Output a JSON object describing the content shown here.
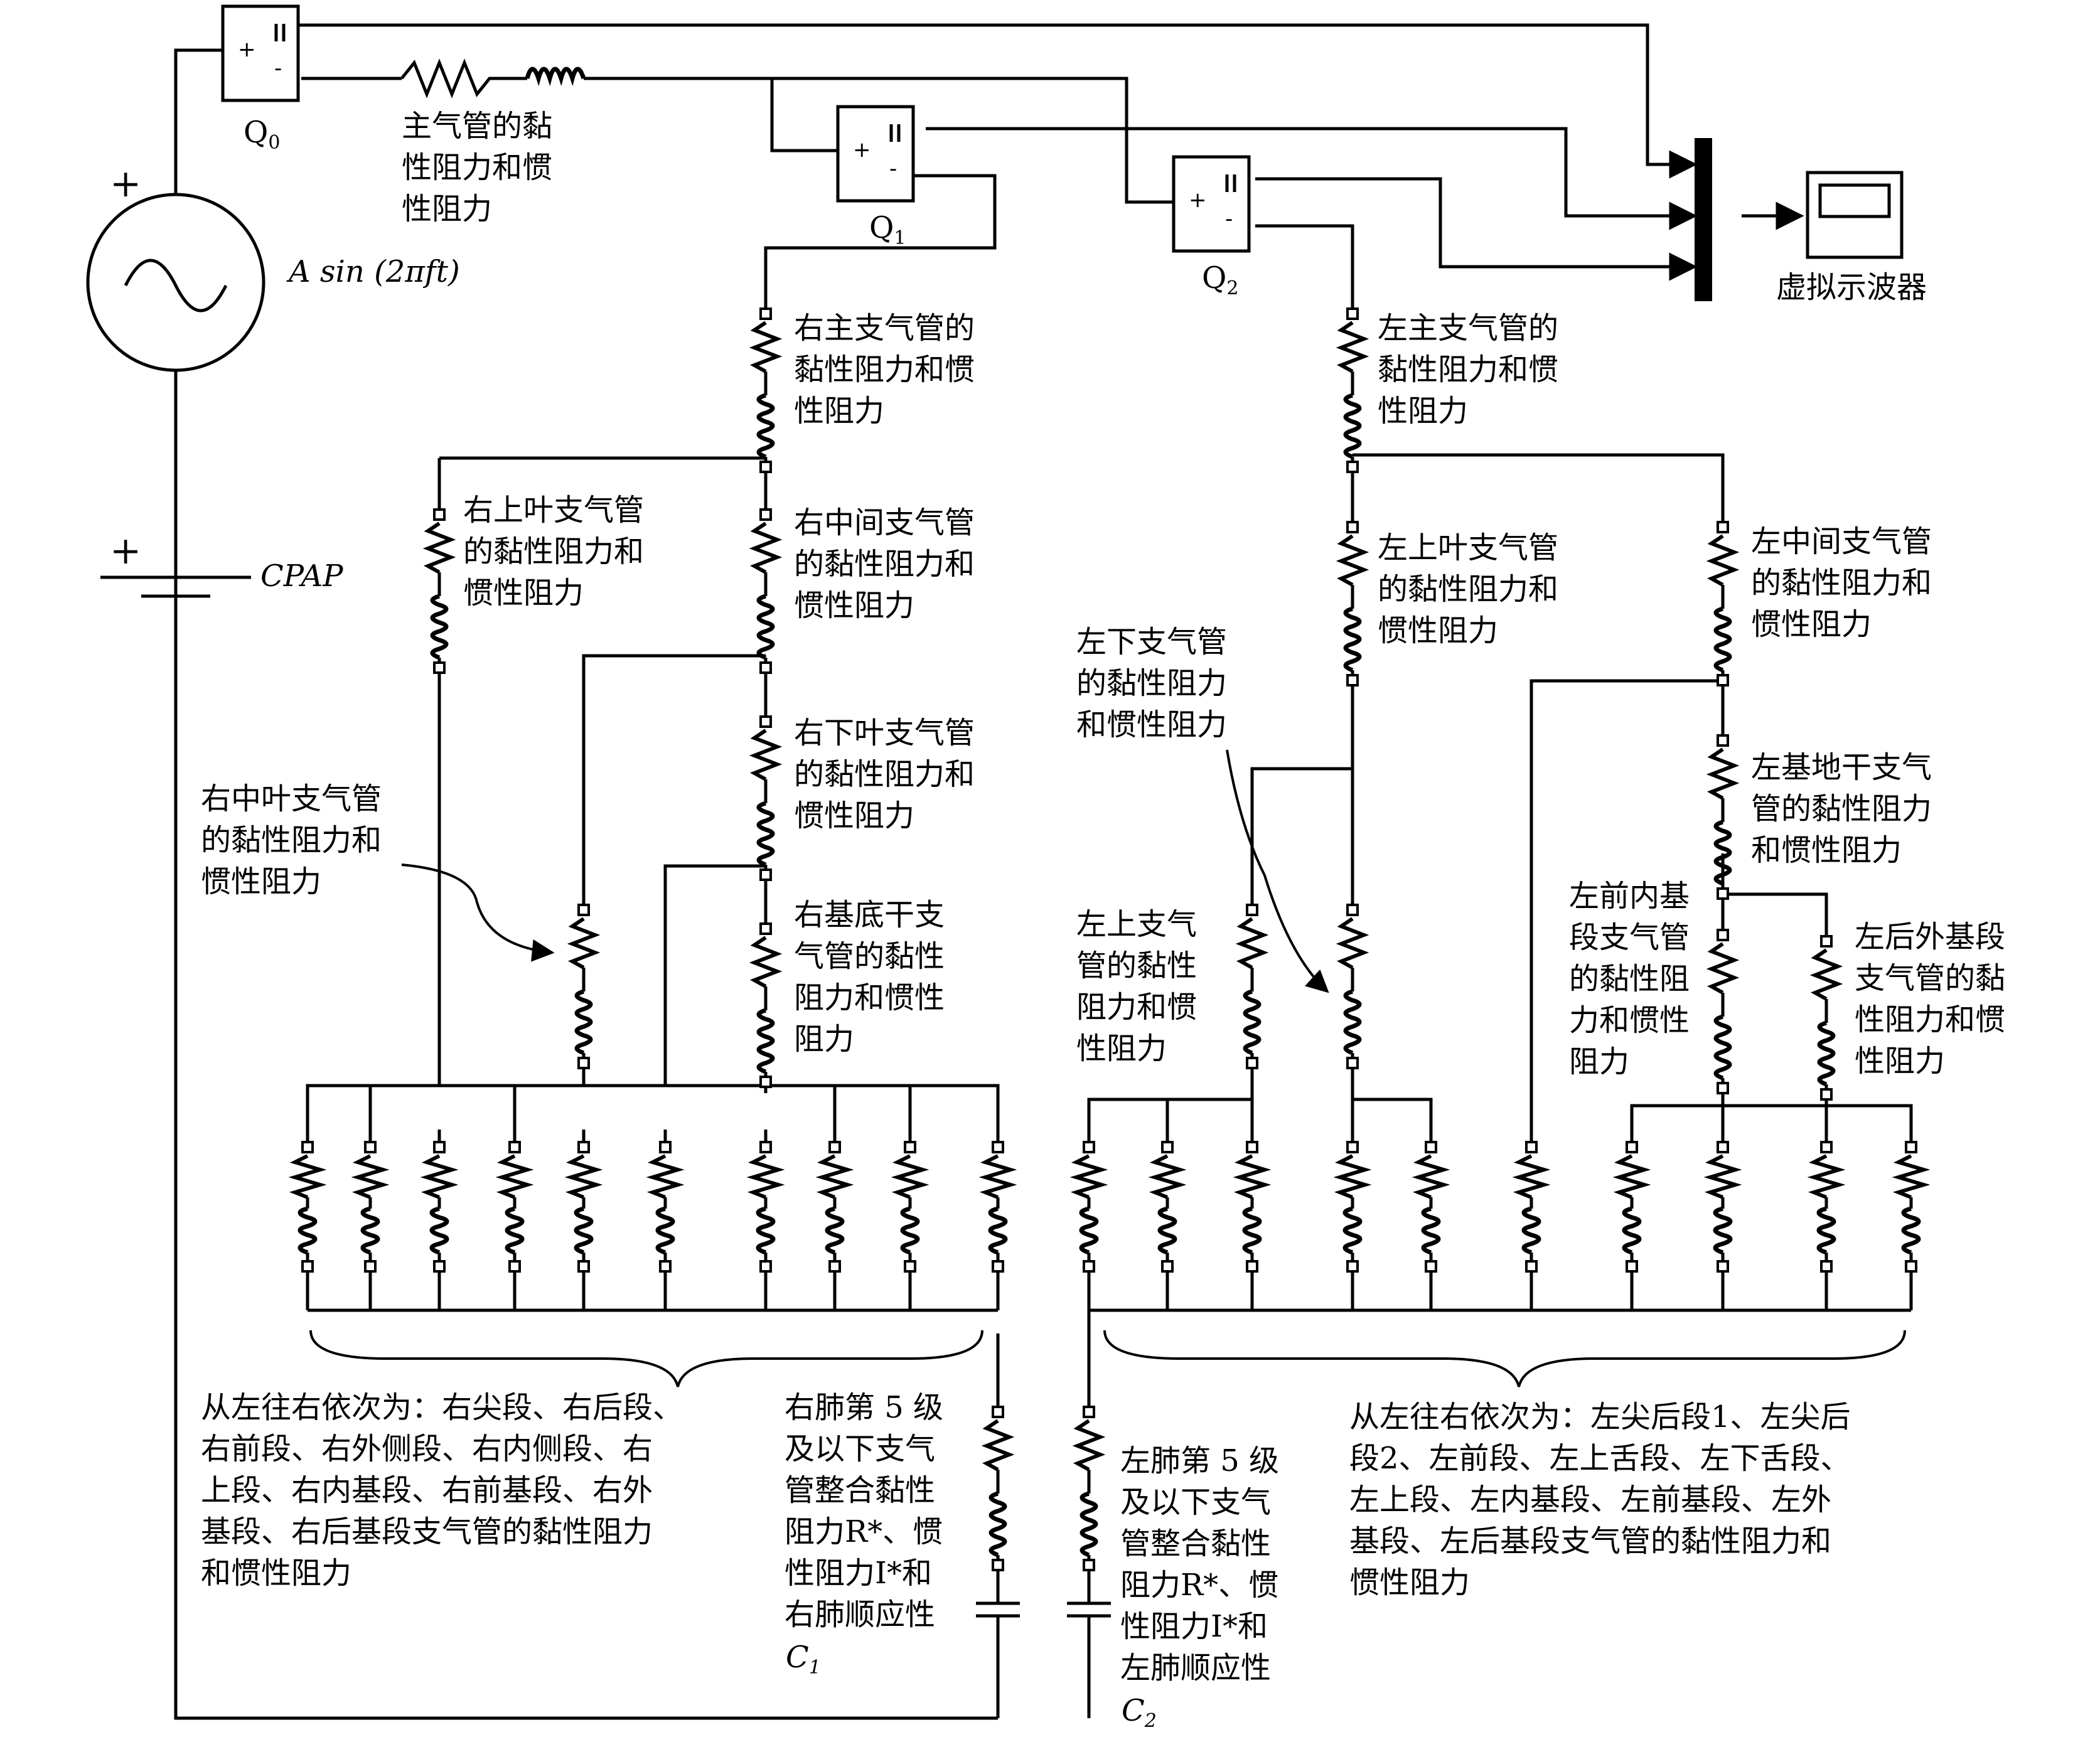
{
  "figure": {
    "source": {
      "name": "Q",
      "sub": "0"
    },
    "source_expr": "A sin (2πft)",
    "cpap": "CPAP",
    "plus_top": "+",
    "plus_bottom": "+",
    "q1": {
      "name": "Q",
      "sub": "1"
    },
    "q2": {
      "name": "Q",
      "sub": "2"
    },
    "scope": "虚拟示波器",
    "main_trachea": "主气管的黏\n性阻力和惯\n性阻力",
    "right_main": "右主支气管的\n黏性阻力和惯\n性阻力",
    "left_main": "左主支气管的\n黏性阻力和惯\n性阻力",
    "right_upper": "右上叶支气管\n的黏性阻力和\n惯性阻力",
    "right_intermediate": "右中间支气管\n的黏性阻力和\n惯性阻力",
    "right_lower": "右下叶支气管\n的黏性阻力和\n惯性阻力",
    "right_middle": "右中叶支气管\n的黏性阻力和\n惯性阻力",
    "right_basal": "右基底干支\n气管的黏性\n阻力和惯性\n阻力",
    "left_upper": "左上叶支气管\n的黏性阻力和\n惯性阻力",
    "left_intermediate": "左中间支气管\n的黏性阻力和\n惯性阻力",
    "left_inferior": "左下支气管\n的黏性阻力\n和惯性阻力",
    "left_basal_trunk": "左基地干支气\n管的黏性阻力\n和惯性阻力",
    "left_superior": "左上支气\n管的黏性\n阻力和惯\n性阻力",
    "left_ant_medial": "左前内基\n段支气管\n的黏性阻\n力和惯性\n阻力",
    "left_post_lateral": "左后外基段\n支气管的黏\n性阻力和惯\n性阻力",
    "right_segments": "从左往右依次为：右尖段、右后段、\n右前段、右外侧段、右内侧段、右\n上段、右内基段、右前基段、右外\n基段、右后基段支气管的黏性阻力\n和惯性阻力",
    "left_segments": "从左往右依次为：左尖后段1、左尖后\n段2、左前段、左上舌段、左下舌段、\n左上段、左内基段、左前基段、左外\n基段、左后基段支气管的黏性阻力和\n惯性阻力",
    "right_lung": "右肺第 5 级\n及以下支气\n管整合黏性\n阻力R*、惯\n性阻力I*和\n右肺顺应性",
    "right_c": {
      "name": "C",
      "sub": "1"
    },
    "left_lung": "左肺第 5 级\n及以下支气\n管整合黏性\n阻力R*、惯\n性阻力I*和\n左肺顺应性",
    "left_c": {
      "name": "C",
      "sub": "2"
    }
  }
}
